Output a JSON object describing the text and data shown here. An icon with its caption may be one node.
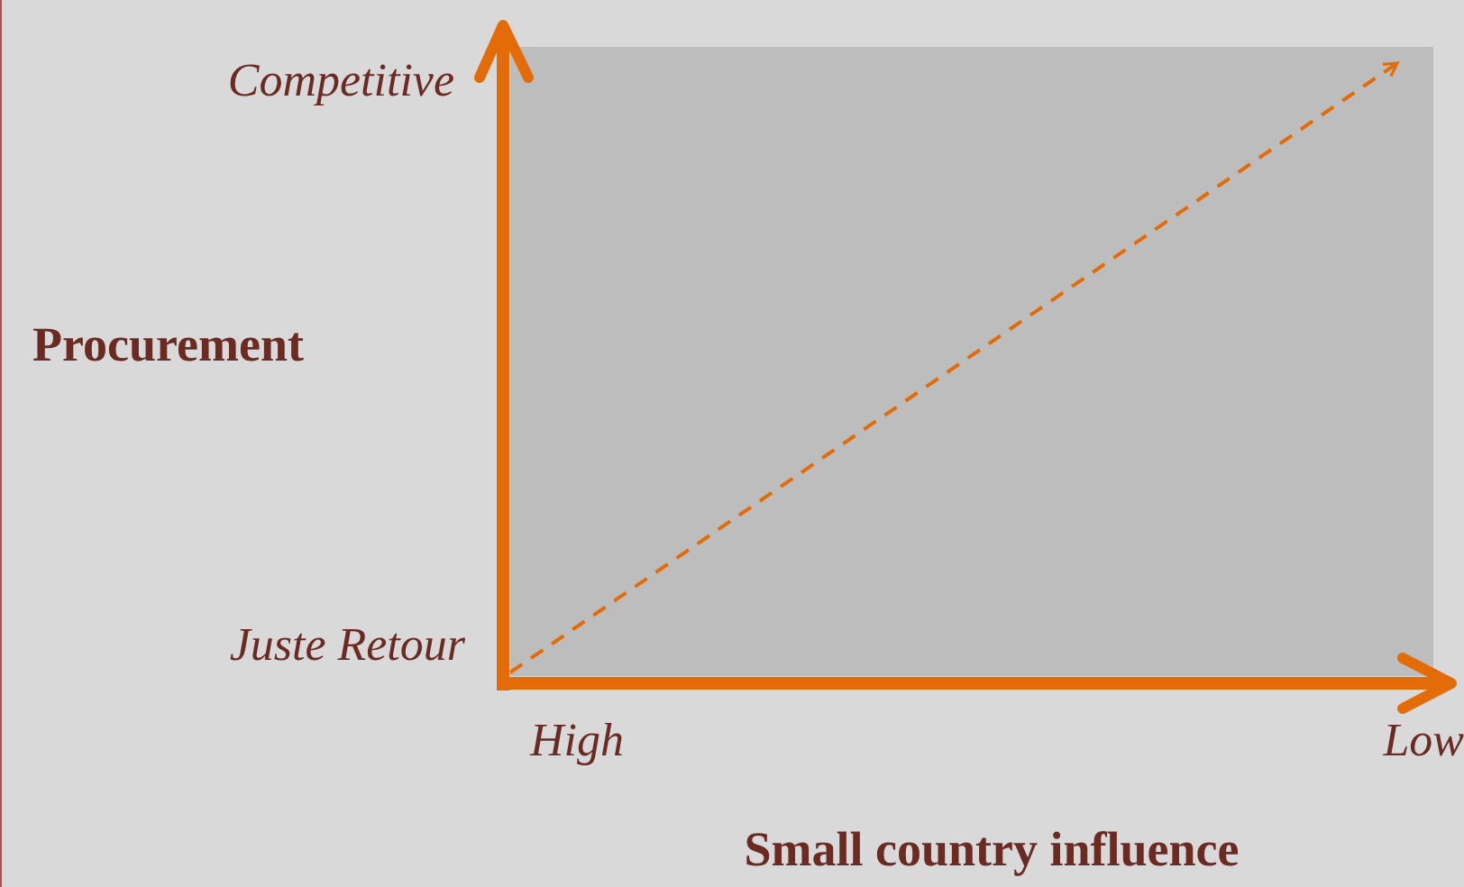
{
  "diagram": {
    "labels": [
      "Competitive",
      "Procurement",
      "Juste Retour",
      "High",
      "Low",
      "Small country influence"
    ]
  }
}
